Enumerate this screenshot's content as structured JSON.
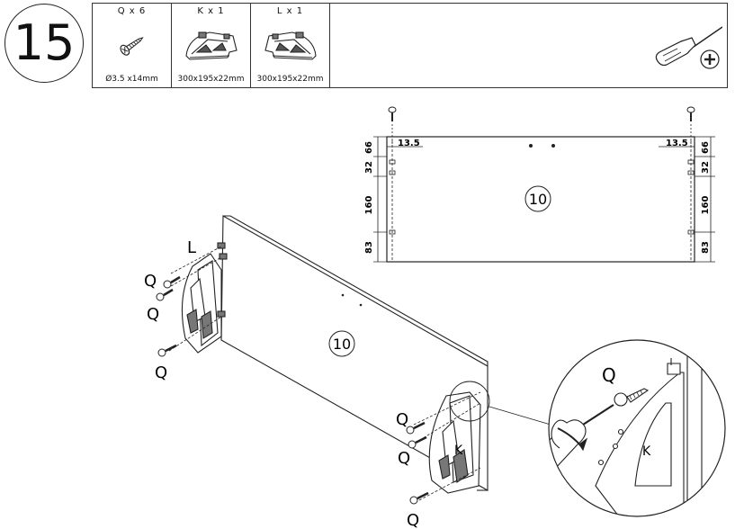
{
  "step": {
    "number": "15"
  },
  "parts": [
    {
      "label": "Q x 6",
      "dims": "Ø3.5 x14mm",
      "icon": "screw-icon"
    },
    {
      "label": "K x 1",
      "dims": "300x195x22mm",
      "icon": "bracket-k-icon"
    },
    {
      "label": "L x 1",
      "dims": "300x195x22mm",
      "icon": "bracket-l-icon"
    }
  ],
  "tool": {
    "icon": "phillips-screwdriver-icon"
  },
  "drawing": {
    "panel_label": "10",
    "dims_left": [
      "66",
      "32",
      "160",
      "83"
    ],
    "dims_right": [
      "66",
      "32",
      "160",
      "83"
    ],
    "offset_left": "13.5",
    "offset_right": "13.5",
    "letter_q": "Q",
    "letter_k": "K",
    "letter_l": "L"
  }
}
